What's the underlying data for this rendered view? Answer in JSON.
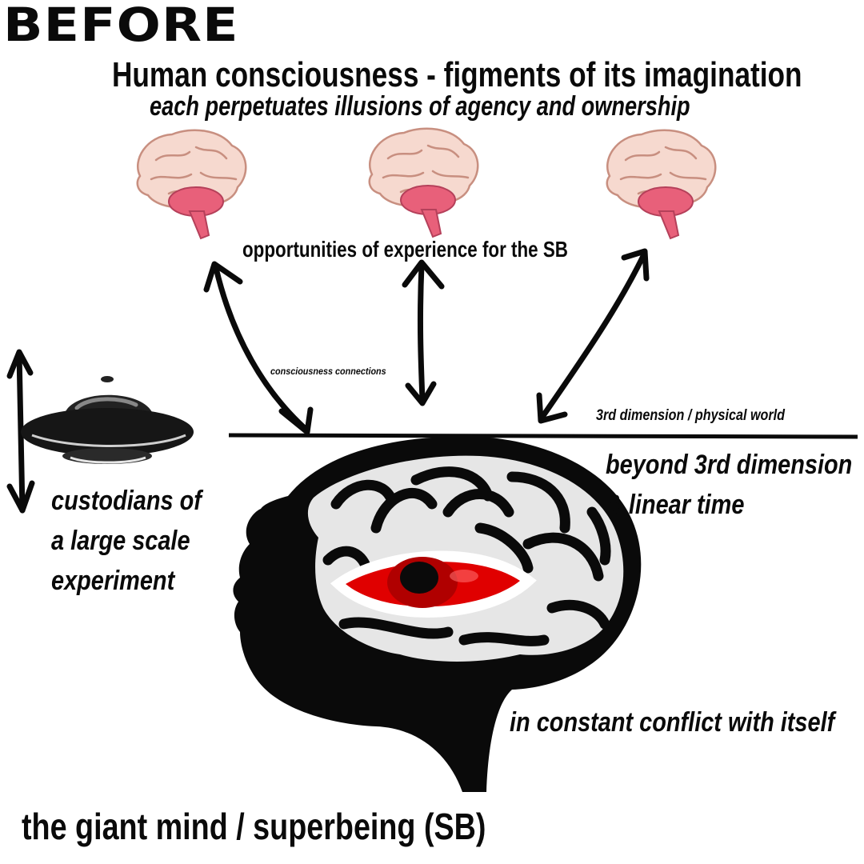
{
  "heading": "BEFORE",
  "title": "Human consciousness - figments of its imagination",
  "subtitle": "each perpetuates illusions of agency and ownership",
  "opportunities_label": "opportunities of experience for the SB",
  "connections_label": "consciousness connections",
  "dimension_line_label": "3rd dimension / physical world",
  "beyond_label": [
    "beyond 3rd dimension",
    "& linear time"
  ],
  "custodians_label": [
    "custodians of",
    "a large scale",
    "experiment"
  ],
  "conflict_label": "in constant conflict with itself",
  "giant_mind_label": "the giant mind / superbeing (SB)",
  "colors": {
    "ink": "#0a0a0a",
    "eye_red": "#e00000",
    "brain_pink": "#f6d9cf",
    "brainstem_pink": "#e8607a",
    "gyri_gray": "#e6e6e6"
  },
  "icons": [
    "small-brain-icon",
    "ufo-icon",
    "giant-brain-head-icon",
    "red-eye-icon"
  ]
}
